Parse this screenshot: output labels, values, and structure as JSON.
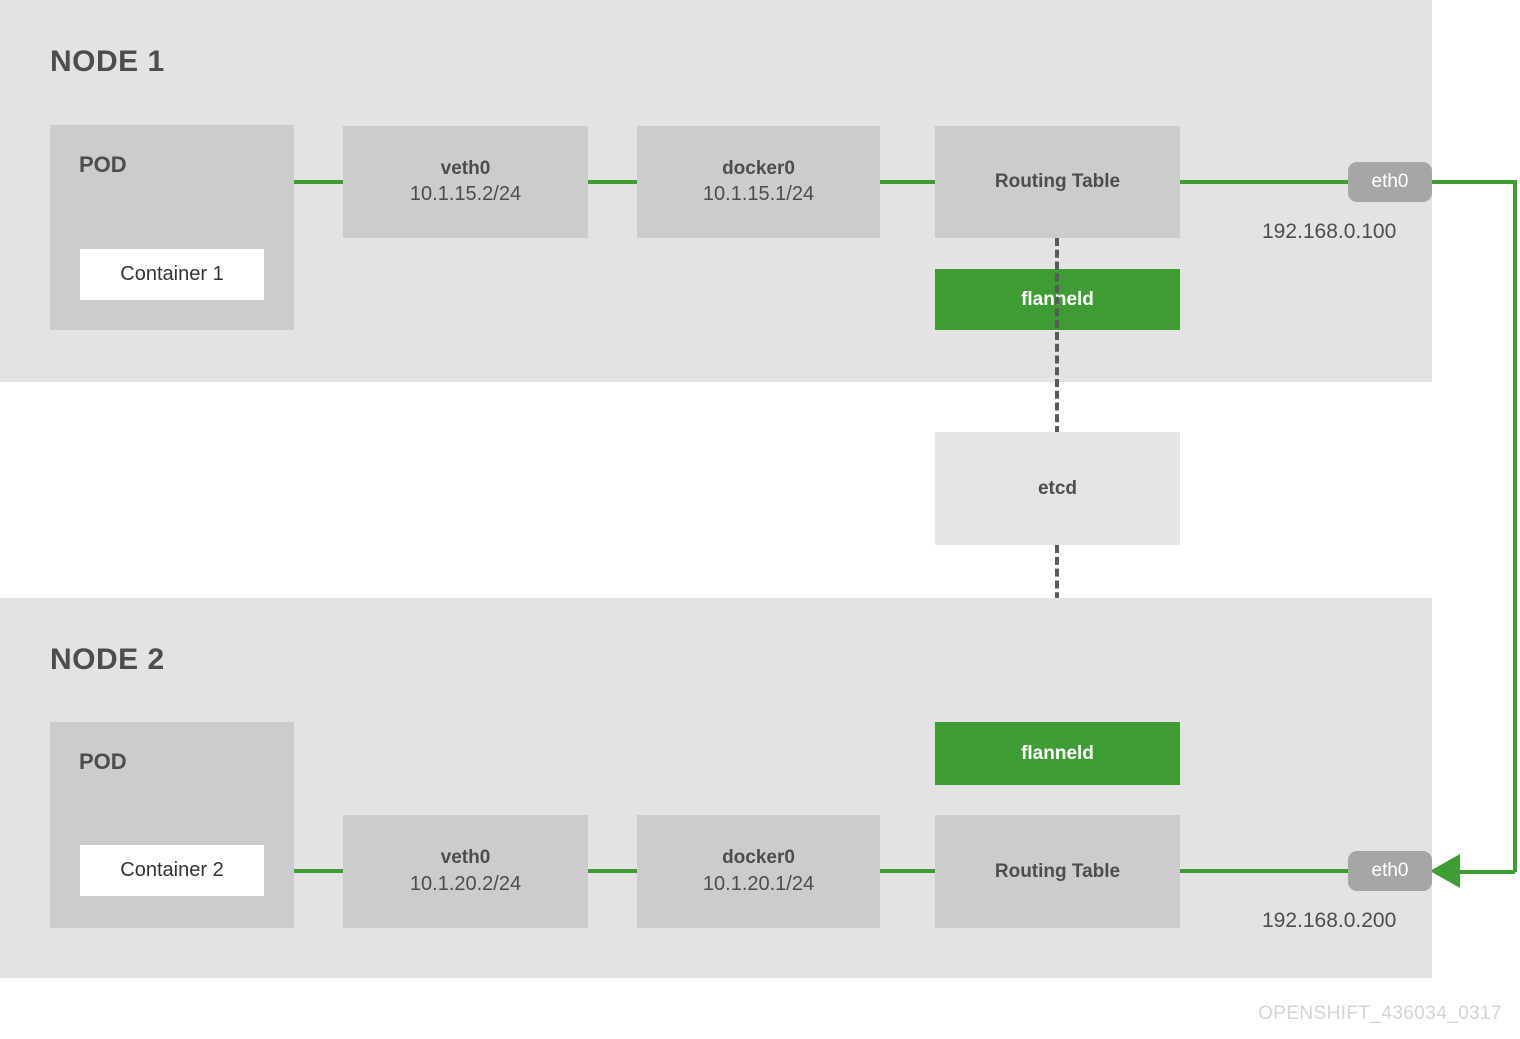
{
  "diagram": {
    "footer_label": "OPENSHIFT_436034_0317",
    "colors": {
      "band_background": "#e3e3e3",
      "box_fill": "#cccccc",
      "flanneld_green": "#3f9c35",
      "wire_green": "#3f9c35",
      "eth_pill_gray": "#a6a6a6",
      "etcd_fill": "#e5e5e5",
      "text_dark": "#4d4d4d",
      "container_fill": "#ffffff",
      "dashed_gray": "#58595b"
    }
  },
  "node1": {
    "title": "NODE 1",
    "pod": {
      "label": "POD",
      "container": "Container 1"
    },
    "veth": {
      "name": "veth0",
      "address": "10.1.15.2/24"
    },
    "docker": {
      "name": "docker0",
      "address": "10.1.15.1/24"
    },
    "routing_table": {
      "label": "Routing Table"
    },
    "flanneld": {
      "label": "flanneld"
    },
    "eth": {
      "name": "eth0",
      "address": "192.168.0.100"
    }
  },
  "node2": {
    "title": "NODE 2",
    "pod": {
      "label": "POD",
      "container": "Container 2"
    },
    "veth": {
      "name": "veth0",
      "address": "10.1.20.2/24"
    },
    "docker": {
      "name": "docker0",
      "address": "10.1.20.1/24"
    },
    "routing_table": {
      "label": "Routing Table"
    },
    "flanneld": {
      "label": "flanneld"
    },
    "eth": {
      "name": "eth0",
      "address": "192.168.0.200"
    }
  },
  "shared": {
    "etcd": {
      "label": "etcd"
    }
  }
}
